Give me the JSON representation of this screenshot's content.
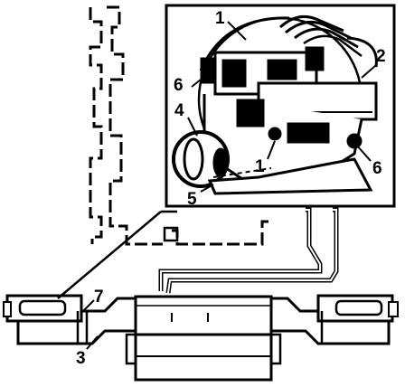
{
  "callouts": {
    "c1_top": "1",
    "c2": "2",
    "c6_left": "6",
    "c4": "4",
    "c1_mid": "1",
    "c6_right": "6",
    "c5": "5",
    "c7": "7",
    "c3": "3"
  },
  "colors": {
    "ink": "#000000",
    "paper": "#ffffff"
  }
}
